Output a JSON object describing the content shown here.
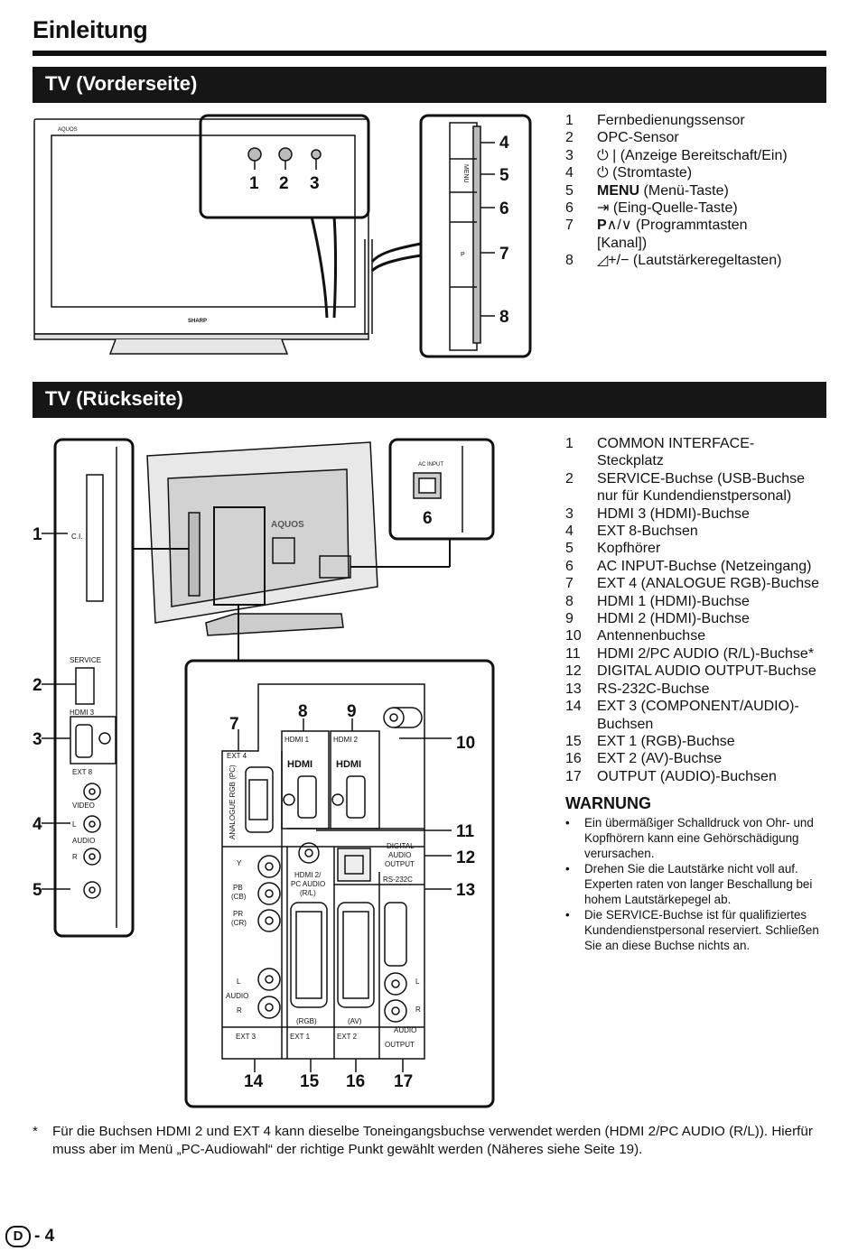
{
  "page": {
    "title": "Einleitung",
    "page_letter": "D",
    "page_number": "- 4"
  },
  "front": {
    "heading": "TV (Vorderseite)",
    "brand_small": "AQUOS",
    "brand_bottom": "SHARP",
    "callouts": [
      "1",
      "2",
      "3",
      "4",
      "5",
      "6",
      "7",
      "8"
    ],
    "button_labels": [
      "MENU",
      "P"
    ],
    "items": [
      {
        "num": "1",
        "text": "Fernbedienungssensor"
      },
      {
        "num": "2",
        "text": "OPC-Sensor"
      },
      {
        "num": "3",
        "text": "⏻ | (Anzeige Bereitschaft/Ein)"
      },
      {
        "num": "4",
        "text": "⏻ (Stromtaste)"
      },
      {
        "num": "5",
        "text_bold": "MENU",
        "text": " (Menü-Taste)"
      },
      {
        "num": "6",
        "text": "⇥ (Eing-Quelle-Taste)"
      },
      {
        "num": "7",
        "text_bold": "P",
        "text": "∧/∨ (Programmtasten [Kanal])"
      },
      {
        "num": "8",
        "text": "◿+/− (Lautstärkeregeltasten)"
      }
    ]
  },
  "back": {
    "heading": "TV (Rückseite)",
    "brand": "AQUOS",
    "callouts": [
      "1",
      "2",
      "3",
      "4",
      "5",
      "6",
      "7",
      "8",
      "9",
      "10",
      "11",
      "12",
      "13",
      "14",
      "15",
      "16",
      "17"
    ],
    "panel_labels": {
      "ci": "C.I.",
      "service": "SERVICE",
      "hdmi3": "HDMI 3",
      "ext8": "EXT 8",
      "video": "VIDEO",
      "l": "L",
      "audio": "AUDIO",
      "r": "R",
      "ac_input": "AC INPUT",
      "ext4": "EXT 4",
      "analogue_rgb": "ANALOGUE RGB (PC)",
      "hdmi1": "HDMI 1",
      "hdmi2": "HDMI 2",
      "hdmi_logo": "HDMI",
      "hdmi2_pc_audio": [
        "HDMI 2/",
        "PC AUDIO",
        "(R/L)"
      ],
      "digital_audio_output": [
        "DIGITAL",
        "AUDIO",
        "OUTPUT"
      ],
      "rs232c": "RS-232C",
      "y": "Y",
      "pb": "PB",
      "cb": "(CB)",
      "pr": "PR",
      "cr": "(CR)",
      "rgb": "(RGB)",
      "av": "(AV)",
      "ext3": "EXT 3",
      "ext1": "EXT 1",
      "ext2": "EXT 2",
      "output": "OUTPUT"
    },
    "items": [
      {
        "num": "1",
        "text": "COMMON INTERFACE-Steckplatz"
      },
      {
        "num": "2",
        "text": "SERVICE-Buchse (USB-Buchse nur für Kundendienstpersonal)"
      },
      {
        "num": "3",
        "text": "HDMI 3 (HDMI)-Buchse"
      },
      {
        "num": "4",
        "text": "EXT 8-Buchsen"
      },
      {
        "num": "5",
        "text": "Kopfhörer"
      },
      {
        "num": "6",
        "text": "AC INPUT-Buchse (Netzeingang)"
      },
      {
        "num": "7",
        "text": "EXT 4 (ANALOGUE RGB)-Buchse"
      },
      {
        "num": "8",
        "text": "HDMI 1 (HDMI)-Buchse"
      },
      {
        "num": "9",
        "text": "HDMI 2 (HDMI)-Buchse"
      },
      {
        "num": "10",
        "text": "Antennenbuchse"
      },
      {
        "num": "11",
        "text": "HDMI 2/PC AUDIO (R/L)-Buchse*"
      },
      {
        "num": "12",
        "text": "DIGITAL AUDIO OUTPUT-Buchse"
      },
      {
        "num": "13",
        "text": "RS-232C-Buchse"
      },
      {
        "num": "14",
        "text": "EXT 3 (COMPONENT/AUDIO)-Buchsen"
      },
      {
        "num": "15",
        "text": "EXT 1 (RGB)-Buchse"
      },
      {
        "num": "16",
        "text": "EXT 2 (AV)-Buchse"
      },
      {
        "num": "17",
        "text": "OUTPUT (AUDIO)-Buchsen"
      }
    ]
  },
  "warning": {
    "heading": "WARNUNG",
    "bullets": [
      "Ein übermäßiger Schalldruck von Ohr- und Kopfhörern kann eine Gehörschädigung verursachen.",
      "Drehen Sie die Lautstärke nicht voll auf. Experten raten von langer Beschallung bei hohem Lautstärkepegel ab.",
      "Die SERVICE-Buchse ist für qualifiziertes Kundendienstpersonal reserviert. Schließen Sie an diese Buchse nichts an."
    ]
  },
  "footnote": {
    "marker": "*",
    "text": "Für die Buchsen HDMI 2 und EXT 4 kann dieselbe Toneingangsbuchse verwendet werden (HDMI 2/PC AUDIO (R/L)). Hierfür muss aber im Menü „PC-Audiowahl“ der richtige Punkt gewählt werden (Näheres siehe Seite 19)."
  }
}
